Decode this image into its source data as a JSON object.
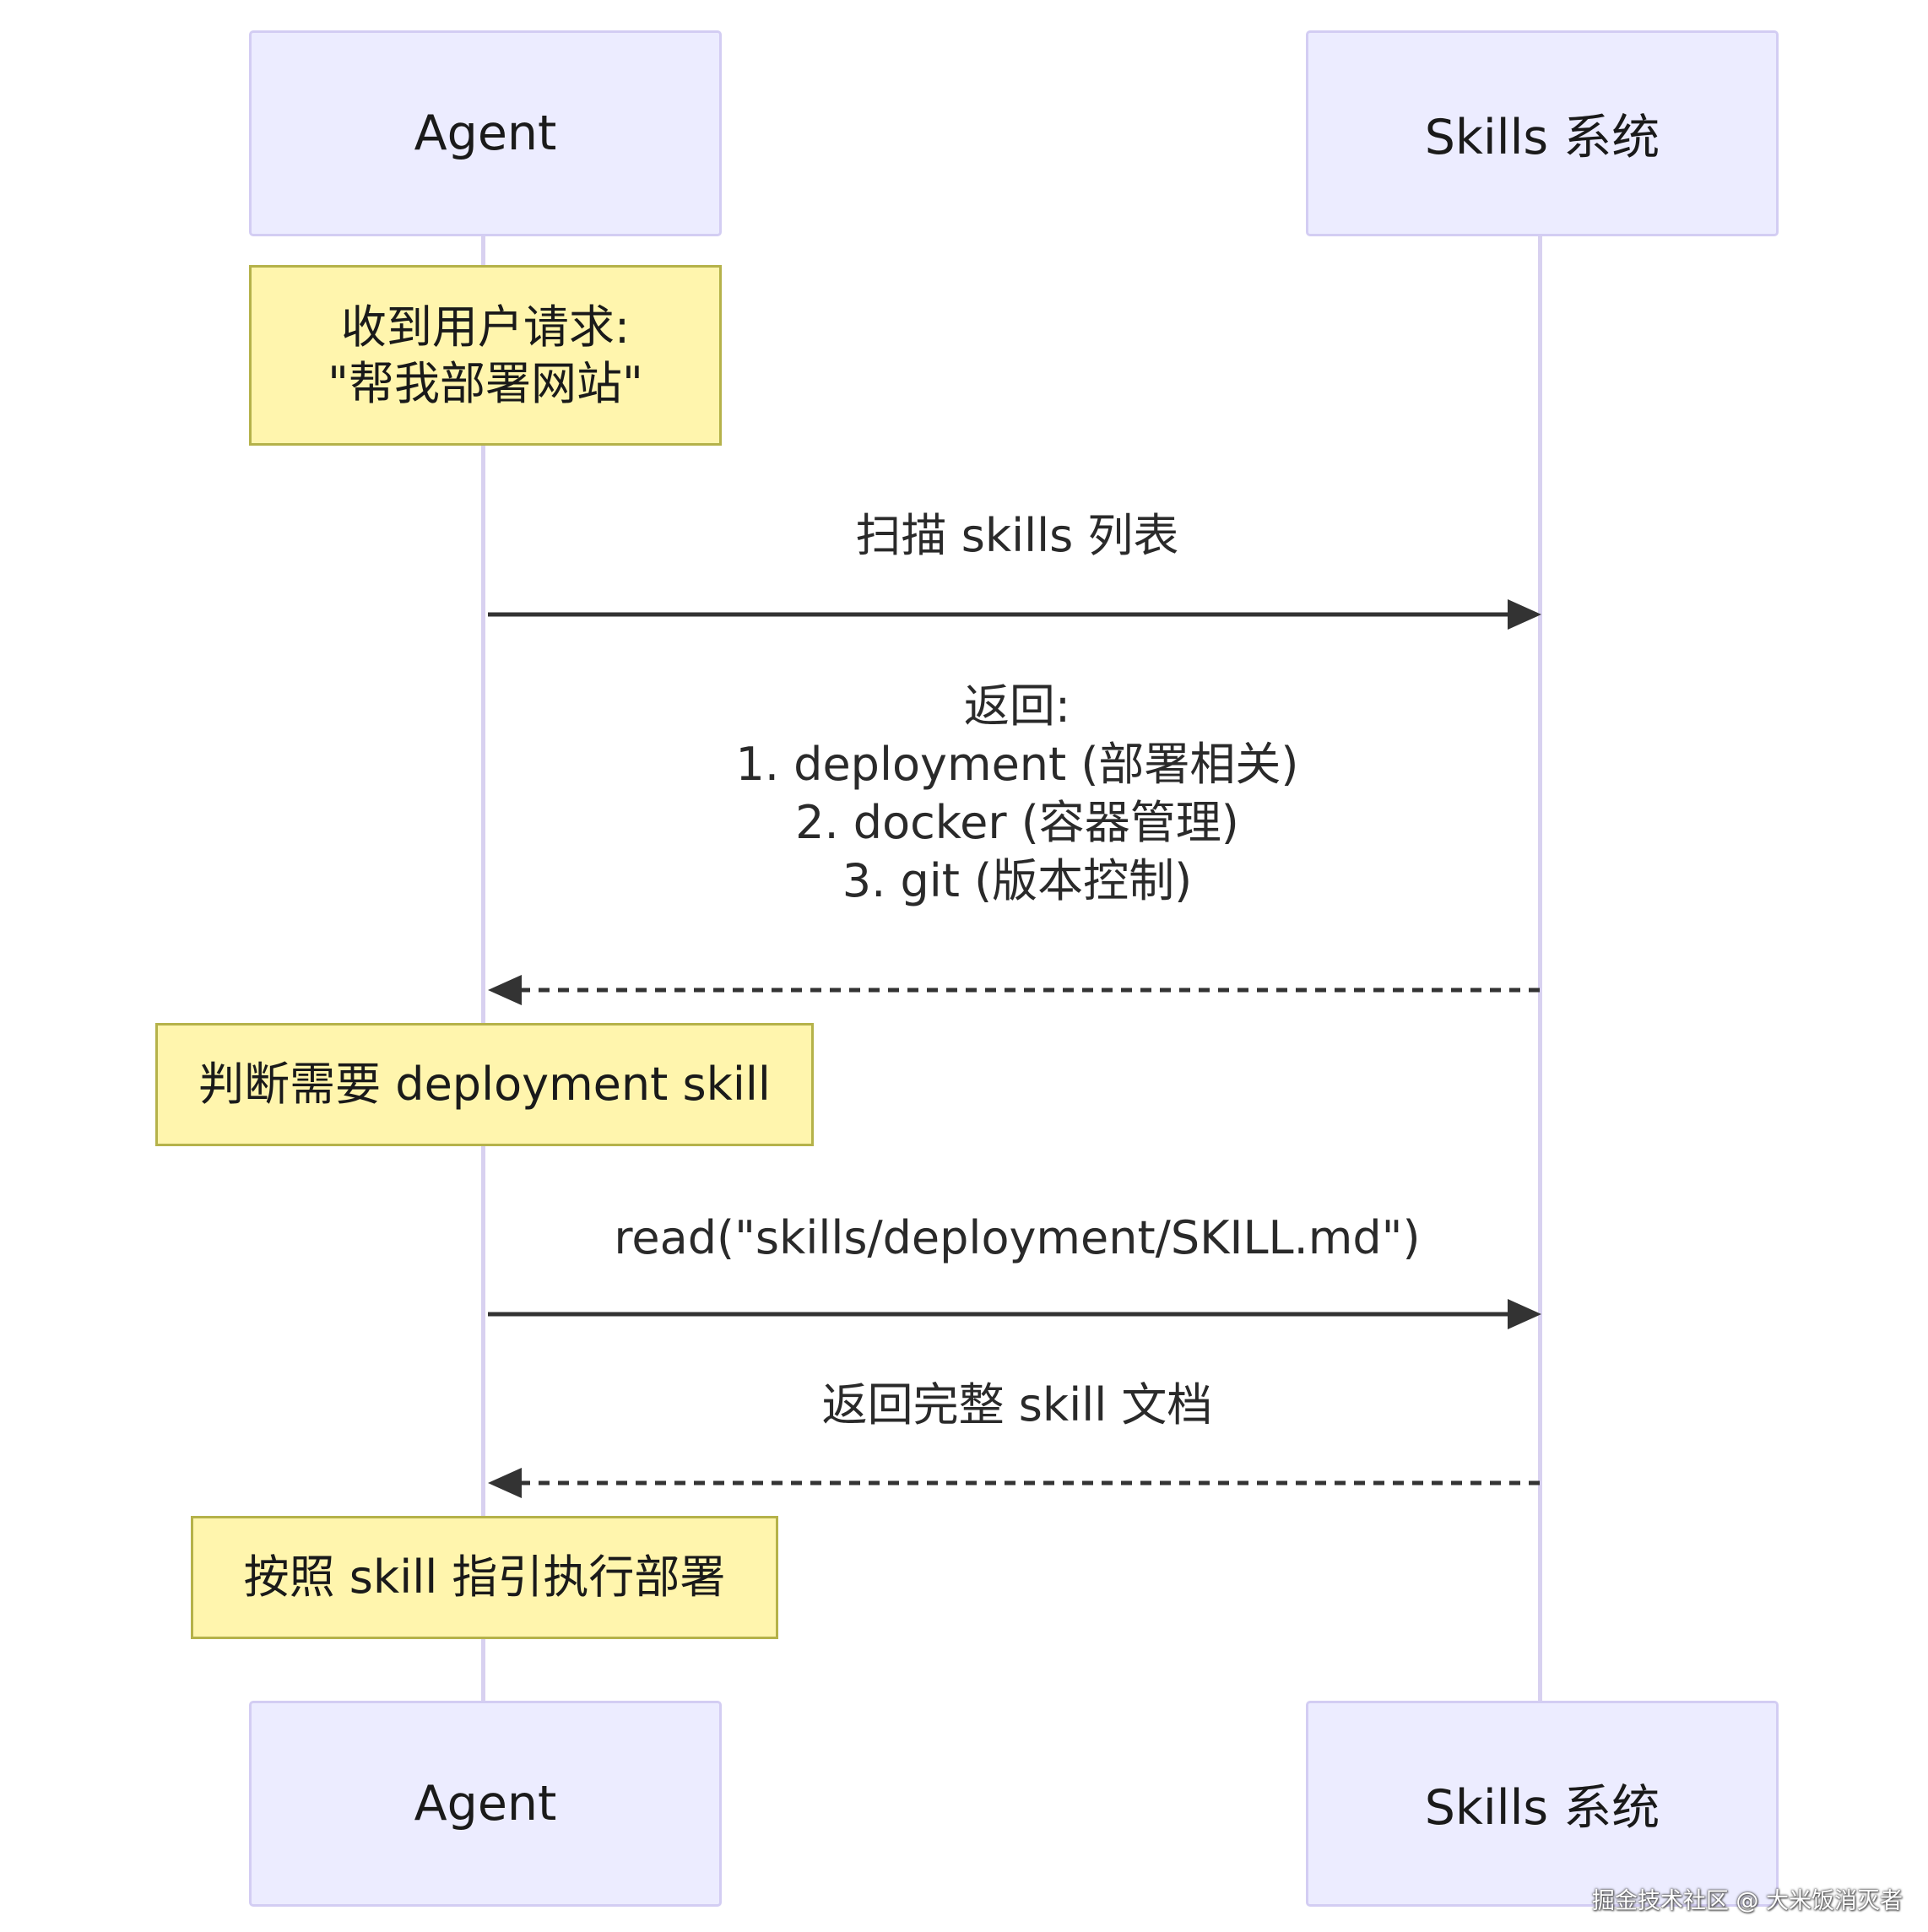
{
  "participants": {
    "agent": "Agent",
    "skills": "Skills 系统"
  },
  "notes": {
    "receive_request": "收到用户请求:\n\"帮我部署网站\"",
    "decide": "判断需要 deployment skill",
    "execute": "按照 skill 指引执行部署"
  },
  "messages": {
    "scan": "扫描 skills 列表",
    "return_list": "返回:\n1. deployment (部署相关)\n2. docker (容器管理)\n3. git (版本控制)",
    "read": "read(\"skills/deployment/SKILL.md\")",
    "return_doc": "返回完整 skill 文档"
  },
  "watermark": "掘金技术社区 @ 大米饭消灭者",
  "colors": {
    "actor_fill": "#ececff",
    "actor_border": "#d3cdf3",
    "note_fill": "#fff5ad",
    "note_border": "#b5b24a",
    "lifeline": "#d8d1f0",
    "arrow": "#333333"
  }
}
